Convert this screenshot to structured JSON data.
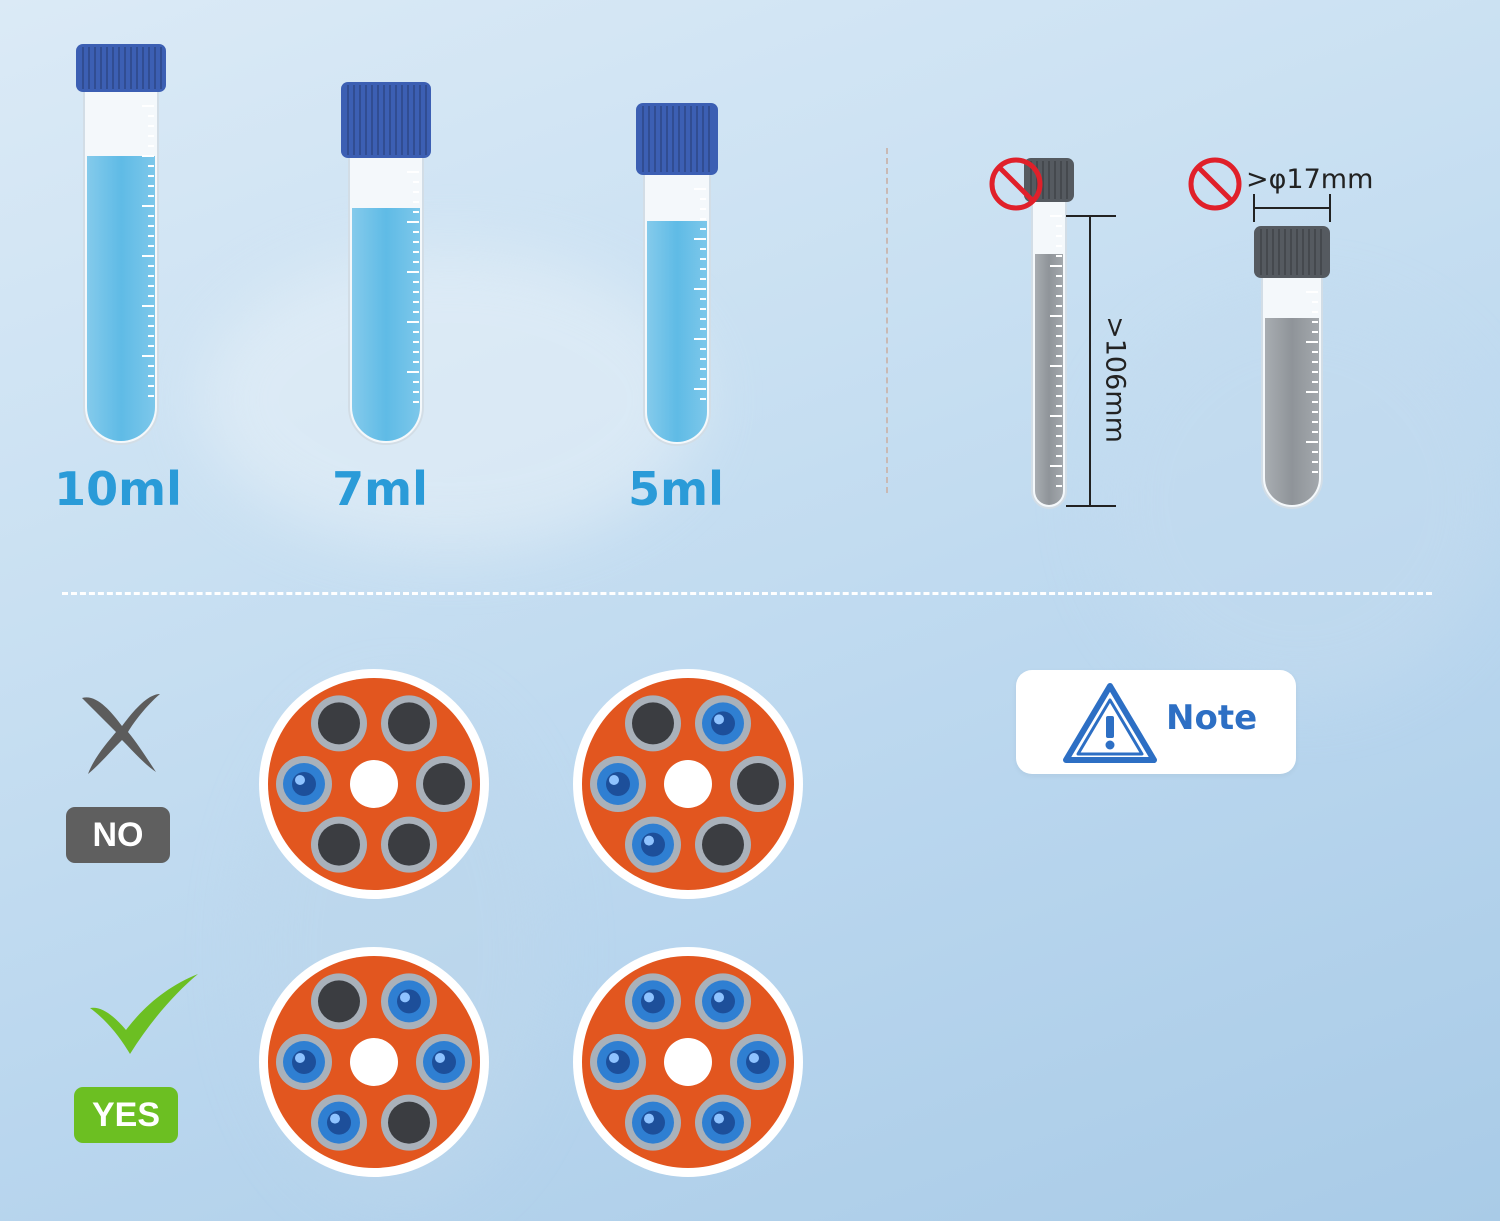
{
  "tubes": [
    {
      "label": "10ml"
    },
    {
      "label": "7ml"
    },
    {
      "label": "5ml"
    }
  ],
  "restrictions": {
    "height_limit": ">106mm",
    "diameter_limit": ">φ17mm"
  },
  "note": {
    "label": "Note"
  },
  "examples": {
    "no_label": "NO",
    "yes_label": "YES"
  },
  "colors": {
    "tube_label": "#2a9bd8",
    "cap_blue": "#3c5fb3",
    "rotor_orange": "#e2561f",
    "no_badge": "#5f5f5f",
    "yes_badge": "#6cbf22",
    "note_blue": "#2d6fc4",
    "prohibit_red": "#e0202a"
  },
  "rotors": {
    "no_row": [
      {
        "filled": [
          false,
          false,
          true,
          false,
          false,
          false
        ]
      },
      {
        "filled": [
          false,
          true,
          true,
          false,
          true,
          false
        ]
      }
    ],
    "yes_row": [
      {
        "filled": [
          false,
          true,
          true,
          true,
          true,
          false
        ]
      },
      {
        "filled": [
          true,
          true,
          true,
          true,
          true,
          true
        ]
      }
    ]
  }
}
